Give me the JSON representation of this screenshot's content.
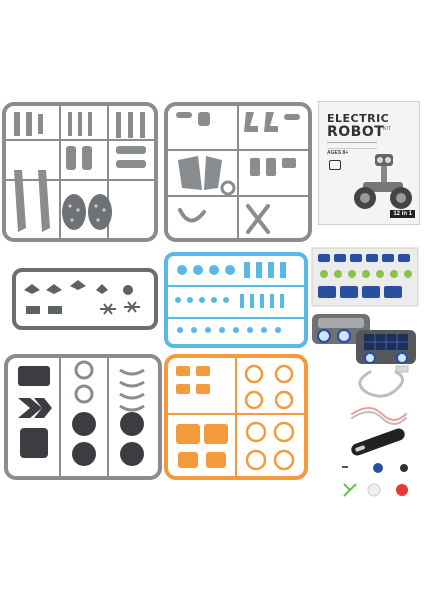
{
  "booklet": {
    "title_line1": "ELECTRIC",
    "title_line2": "ROBOT",
    "title_suffix": "KIT",
    "age": "AGES 8+",
    "badge": "12 in 1"
  },
  "colors": {
    "gray_sprue": "#8a8d90",
    "blue_sprue": "#5ab8e6",
    "orange_sprue": "#f39a3c",
    "dark_part": "#3b3d40",
    "solar_blue": "#2a4f9e"
  },
  "icons": [
    "usb-cable-icon",
    "screwdriver-icon",
    "wire-icon",
    "robot-car-icon"
  ]
}
